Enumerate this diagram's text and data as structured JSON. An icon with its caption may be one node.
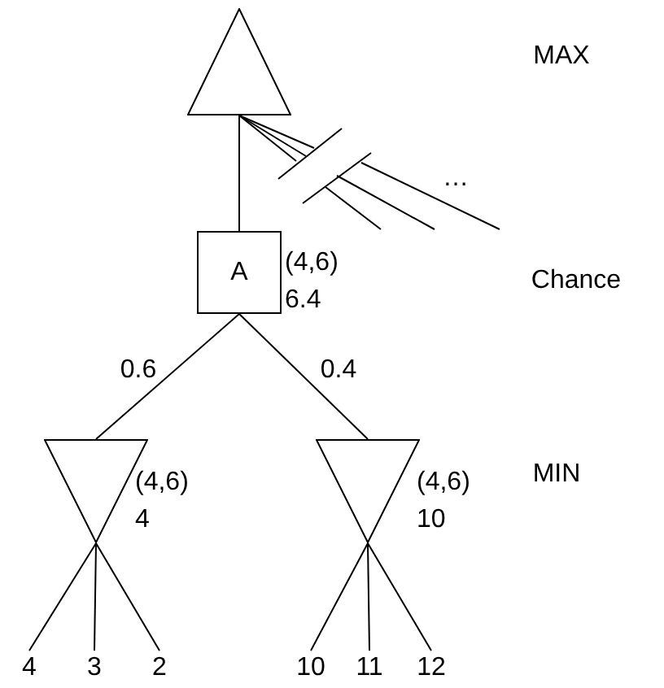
{
  "diagram": {
    "nodes": [
      {
        "text": [],
        "shape": "triangle"
      },
      {
        "text": [
          "A"
        ],
        "beside": [
          "(4,6)",
          "6.4"
        ]
      },
      {
        "text": [],
        "shape": "triangle",
        "beside": [
          "(4,6)",
          "4"
        ]
      },
      {
        "text": [],
        "shape": "triangle",
        "beside": [
          "(4,6)",
          "10"
        ]
      },
      {
        "text": [
          "4"
        ]
      },
      {
        "text": [
          "3"
        ]
      },
      {
        "text": [
          "2"
        ]
      },
      {
        "text": [
          "10"
        ]
      },
      {
        "text": [
          "11"
        ]
      },
      {
        "text": [
          "12"
        ]
      }
    ],
    "edges": [
      {
        "from": 0,
        "to": 1,
        "arrow": "none"
      },
      {
        "from": 0,
        "to": null,
        "arrow": "none"
      },
      {
        "from": 0,
        "to": null,
        "arrow": "none"
      },
      {
        "from": 0,
        "to": null,
        "arrow": "none"
      },
      {
        "from": 1,
        "to": 2,
        "arrow": "none",
        "label": "0.6"
      },
      {
        "from": 1,
        "to": 3,
        "arrow": "none",
        "label": "0.4"
      },
      {
        "from": 2,
        "to": 4,
        "arrow": "none"
      },
      {
        "from": 2,
        "to": 5,
        "arrow": "none"
      },
      {
        "from": 2,
        "to": 6,
        "arrow": "none"
      },
      {
        "from": 3,
        "to": 7,
        "arrow": "none"
      },
      {
        "from": 3,
        "to": 8,
        "arrow": "none"
      },
      {
        "from": 3,
        "to": 9,
        "arrow": "none"
      }
    ],
    "labels": [
      "MAX",
      "…",
      "Chance",
      "MIN"
    ]
  }
}
